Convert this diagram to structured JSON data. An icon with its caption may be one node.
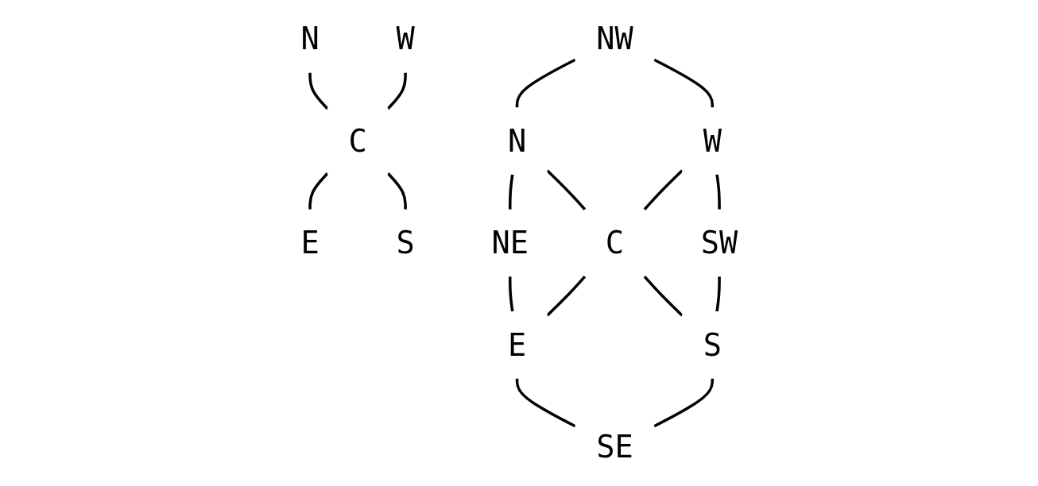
{
  "diagram": {
    "nodes": [
      {
        "text": [
          "N"
        ]
      },
      {
        "text": [
          "W"
        ]
      },
      {
        "text": [
          "C"
        ]
      },
      {
        "text": [
          "E"
        ]
      },
      {
        "text": [
          "S"
        ]
      },
      {
        "text": [
          "NW"
        ]
      },
      {
        "text": [
          "N"
        ]
      },
      {
        "text": [
          "NE"
        ]
      },
      {
        "text": [
          "W"
        ]
      },
      {
        "text": [
          "C"
        ]
      },
      {
        "text": [
          "E"
        ]
      },
      {
        "text": [
          "SW"
        ]
      },
      {
        "text": [
          "S"
        ]
      },
      {
        "text": [
          "SE"
        ]
      }
    ],
    "edges": [
      {
        "from": 0,
        "to": 2,
        "arrow": "none"
      },
      {
        "from": 1,
        "to": 2,
        "arrow": "none"
      },
      {
        "from": 2,
        "to": 3,
        "arrow": "none"
      },
      {
        "from": 2,
        "to": 4,
        "arrow": "none"
      },
      {
        "from": 5,
        "to": 6,
        "arrow": "none"
      },
      {
        "from": 6,
        "to": 7,
        "arrow": "none"
      },
      {
        "from": 5,
        "to": 8,
        "arrow": "none"
      },
      {
        "from": 6,
        "to": 9,
        "arrow": "none"
      },
      {
        "from": 7,
        "to": 10,
        "arrow": "none"
      },
      {
        "from": 8,
        "to": 9,
        "arrow": "none"
      },
      {
        "from": 9,
        "to": 10,
        "arrow": "none"
      },
      {
        "from": 8,
        "to": 11,
        "arrow": "none"
      },
      {
        "from": 9,
        "to": 12,
        "arrow": "none"
      },
      {
        "from": 10,
        "to": 13,
        "arrow": "none"
      },
      {
        "from": 11,
        "to": 12,
        "arrow": "none"
      },
      {
        "from": 12,
        "to": 13,
        "arrow": "none"
      }
    ]
  }
}
